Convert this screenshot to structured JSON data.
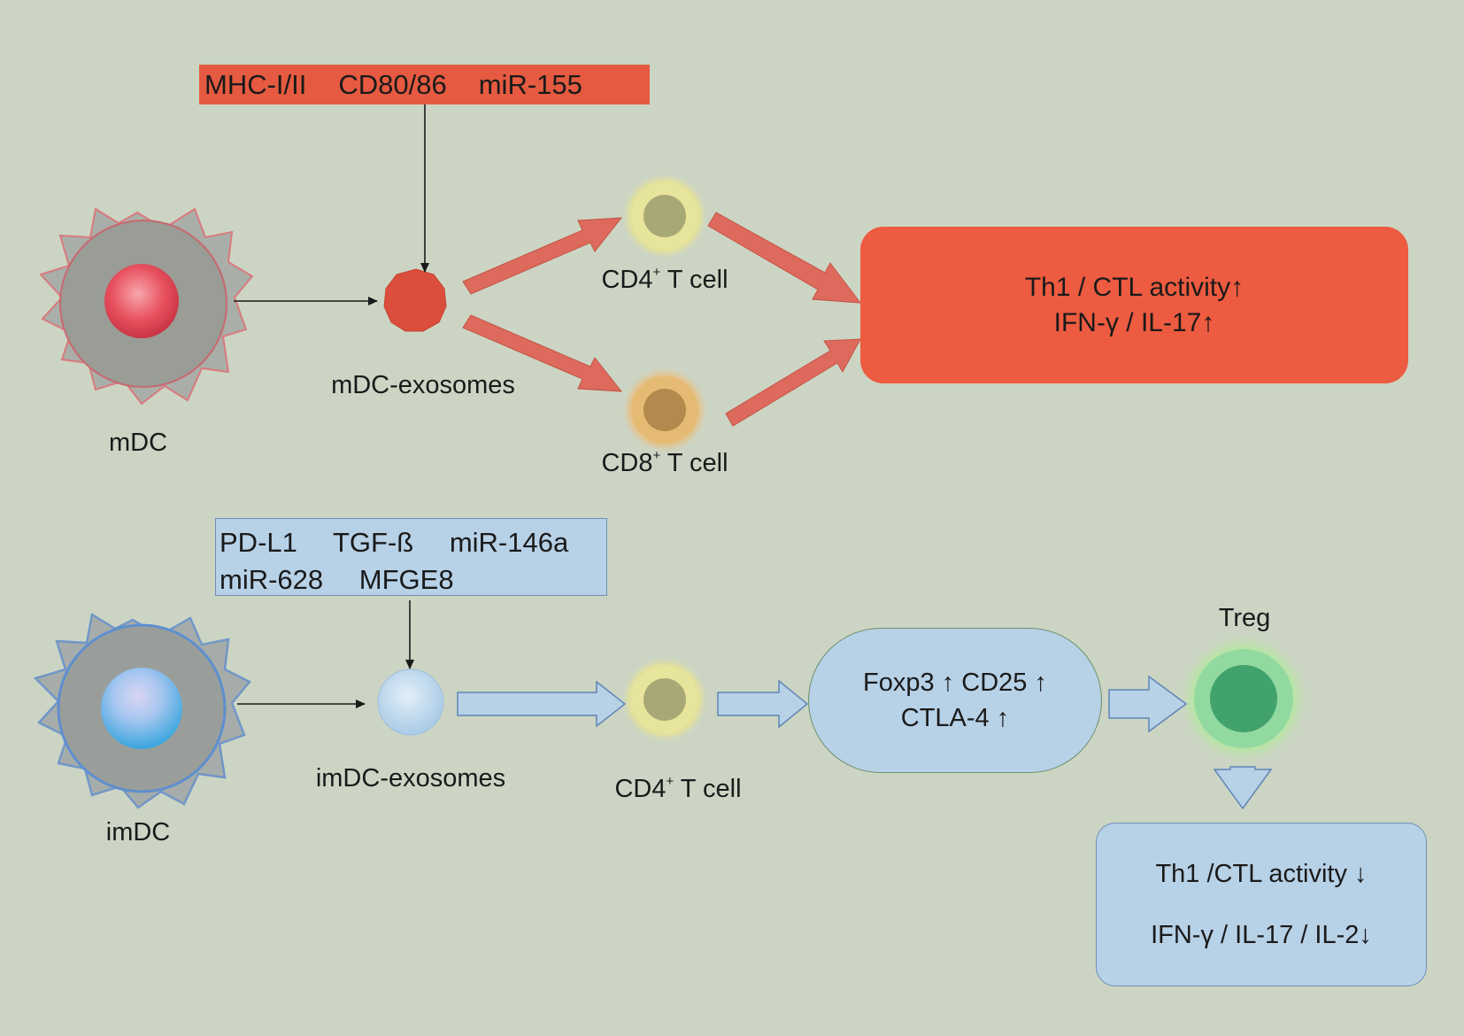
{
  "markers_mdc": [
    "MHC-I/II",
    "CD80/86",
    "miR-155"
  ],
  "markers_imdc": {
    "row1": [
      "PD-L1",
      "TGF-ß",
      "miR-146a"
    ],
    "row2": [
      "miR-628",
      "MFGE8"
    ]
  },
  "labels": {
    "mdc": "mDC",
    "mdc_exosomes": "mDC-exosomes",
    "cd4_top": "CD4",
    "cd8": "CD8",
    "t_cell_suffix": " T cell",
    "plus": "+",
    "imdc": "imDC",
    "imdc_exosomes": "imDC-exosomes",
    "cd4_bottom": "CD4",
    "treg": "Treg"
  },
  "outcome_mdc": {
    "line1": "Th1 / CTL activity↑",
    "line2": "IFN-γ / IL-17↑"
  },
  "foxp3_box": {
    "line1": "Foxp3 ↑ CD25 ↑",
    "line2": "CTLA-4 ↑"
  },
  "outcome_imdc": {
    "line1": "Th1 /CTL activity ↓",
    "line2": "IFN-γ / IL-17 / IL-2↓"
  },
  "colors": {
    "background": "#ccd5c4",
    "mdc_pathway": "#e55a40",
    "imdc_pathway": "#b7d1e7",
    "cd4_cell": "#e3df8e",
    "cd8_cell": "#e6b565",
    "treg_cell": "#5fb884"
  }
}
